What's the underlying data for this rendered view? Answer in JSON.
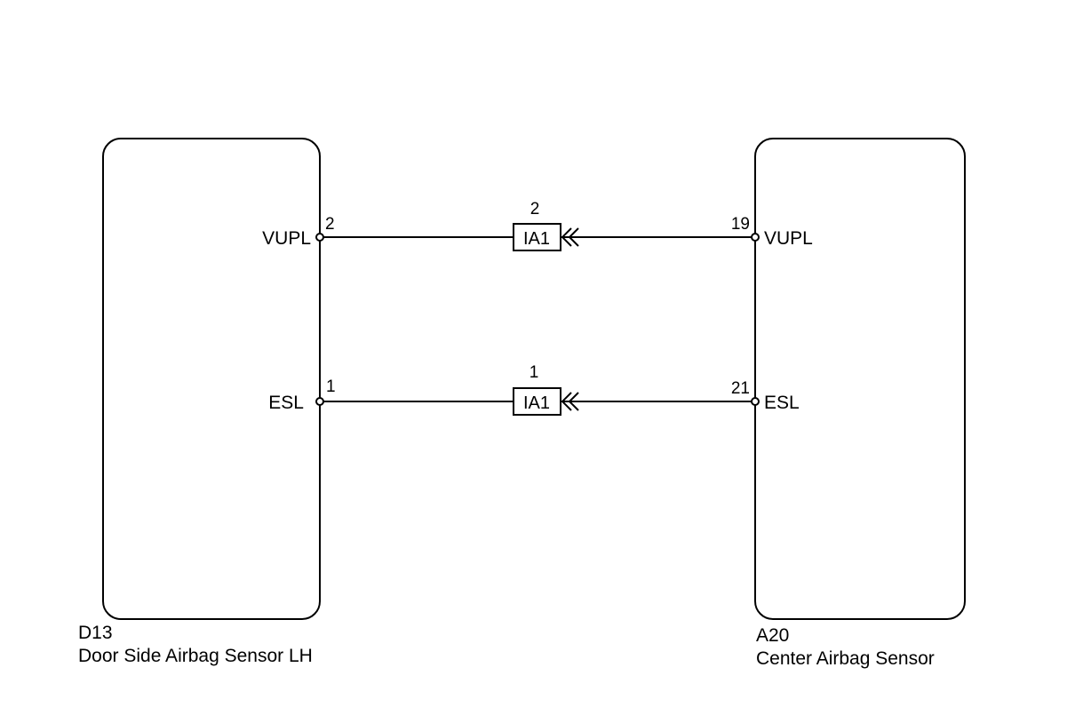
{
  "components": {
    "left": {
      "code": "D13",
      "name": "Door Side Airbag Sensor LH"
    },
    "right": {
      "code": "A20",
      "name": "Center Airbag Sensor"
    }
  },
  "wires": [
    {
      "signal": "VUPL",
      "left_pin": "2",
      "right_pin": "19",
      "connector": {
        "pin": "2",
        "label": "IA1"
      }
    },
    {
      "signal": "ESL",
      "left_pin": "1",
      "right_pin": "21",
      "connector": {
        "pin": "1",
        "label": "IA1"
      }
    }
  ]
}
